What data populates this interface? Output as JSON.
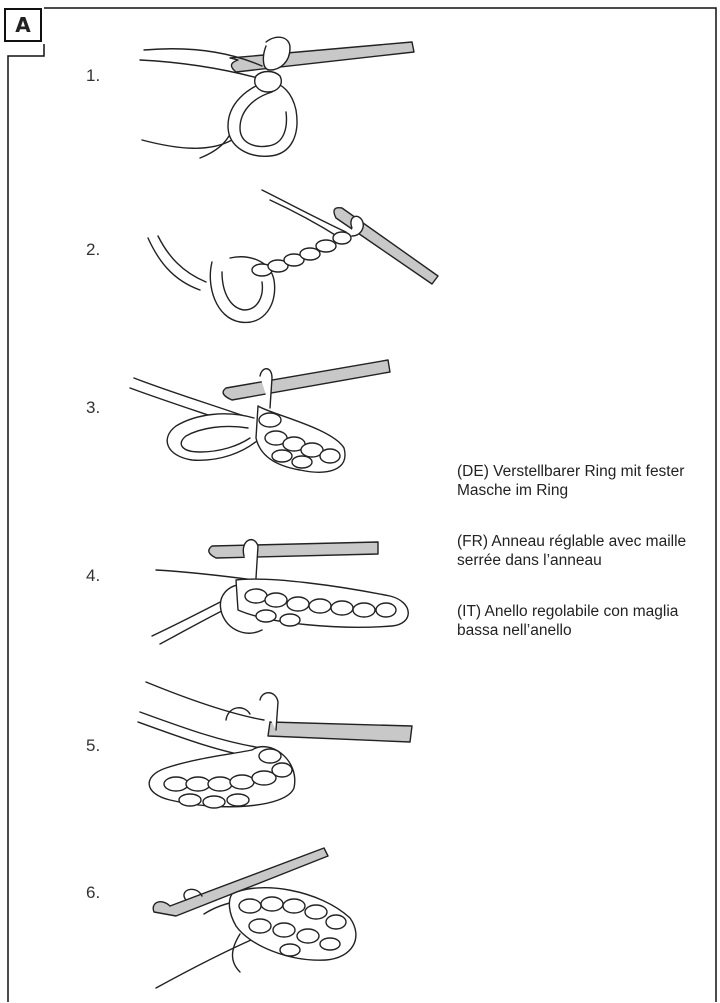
{
  "panel_label": "A",
  "steps": [
    {
      "label": "1."
    },
    {
      "label": "2."
    },
    {
      "label": "3."
    },
    {
      "label": "4."
    },
    {
      "label": "5."
    },
    {
      "label": "6."
    }
  ],
  "captions": [
    {
      "lang": "DE",
      "text": "(DE) Verstellbarer Ring mit fester Masche im Ring"
    },
    {
      "lang": "FR",
      "text": "(FR) Anneau réglable avec maille serrée dans l’anneau"
    },
    {
      "lang": "IT",
      "text": "(IT) Anello regolabile con maglia bassa nell’anello"
    }
  ],
  "colors": {
    "hook": "#c8c8c8",
    "line": "#222222",
    "yarn_fill": "#ffffff"
  }
}
